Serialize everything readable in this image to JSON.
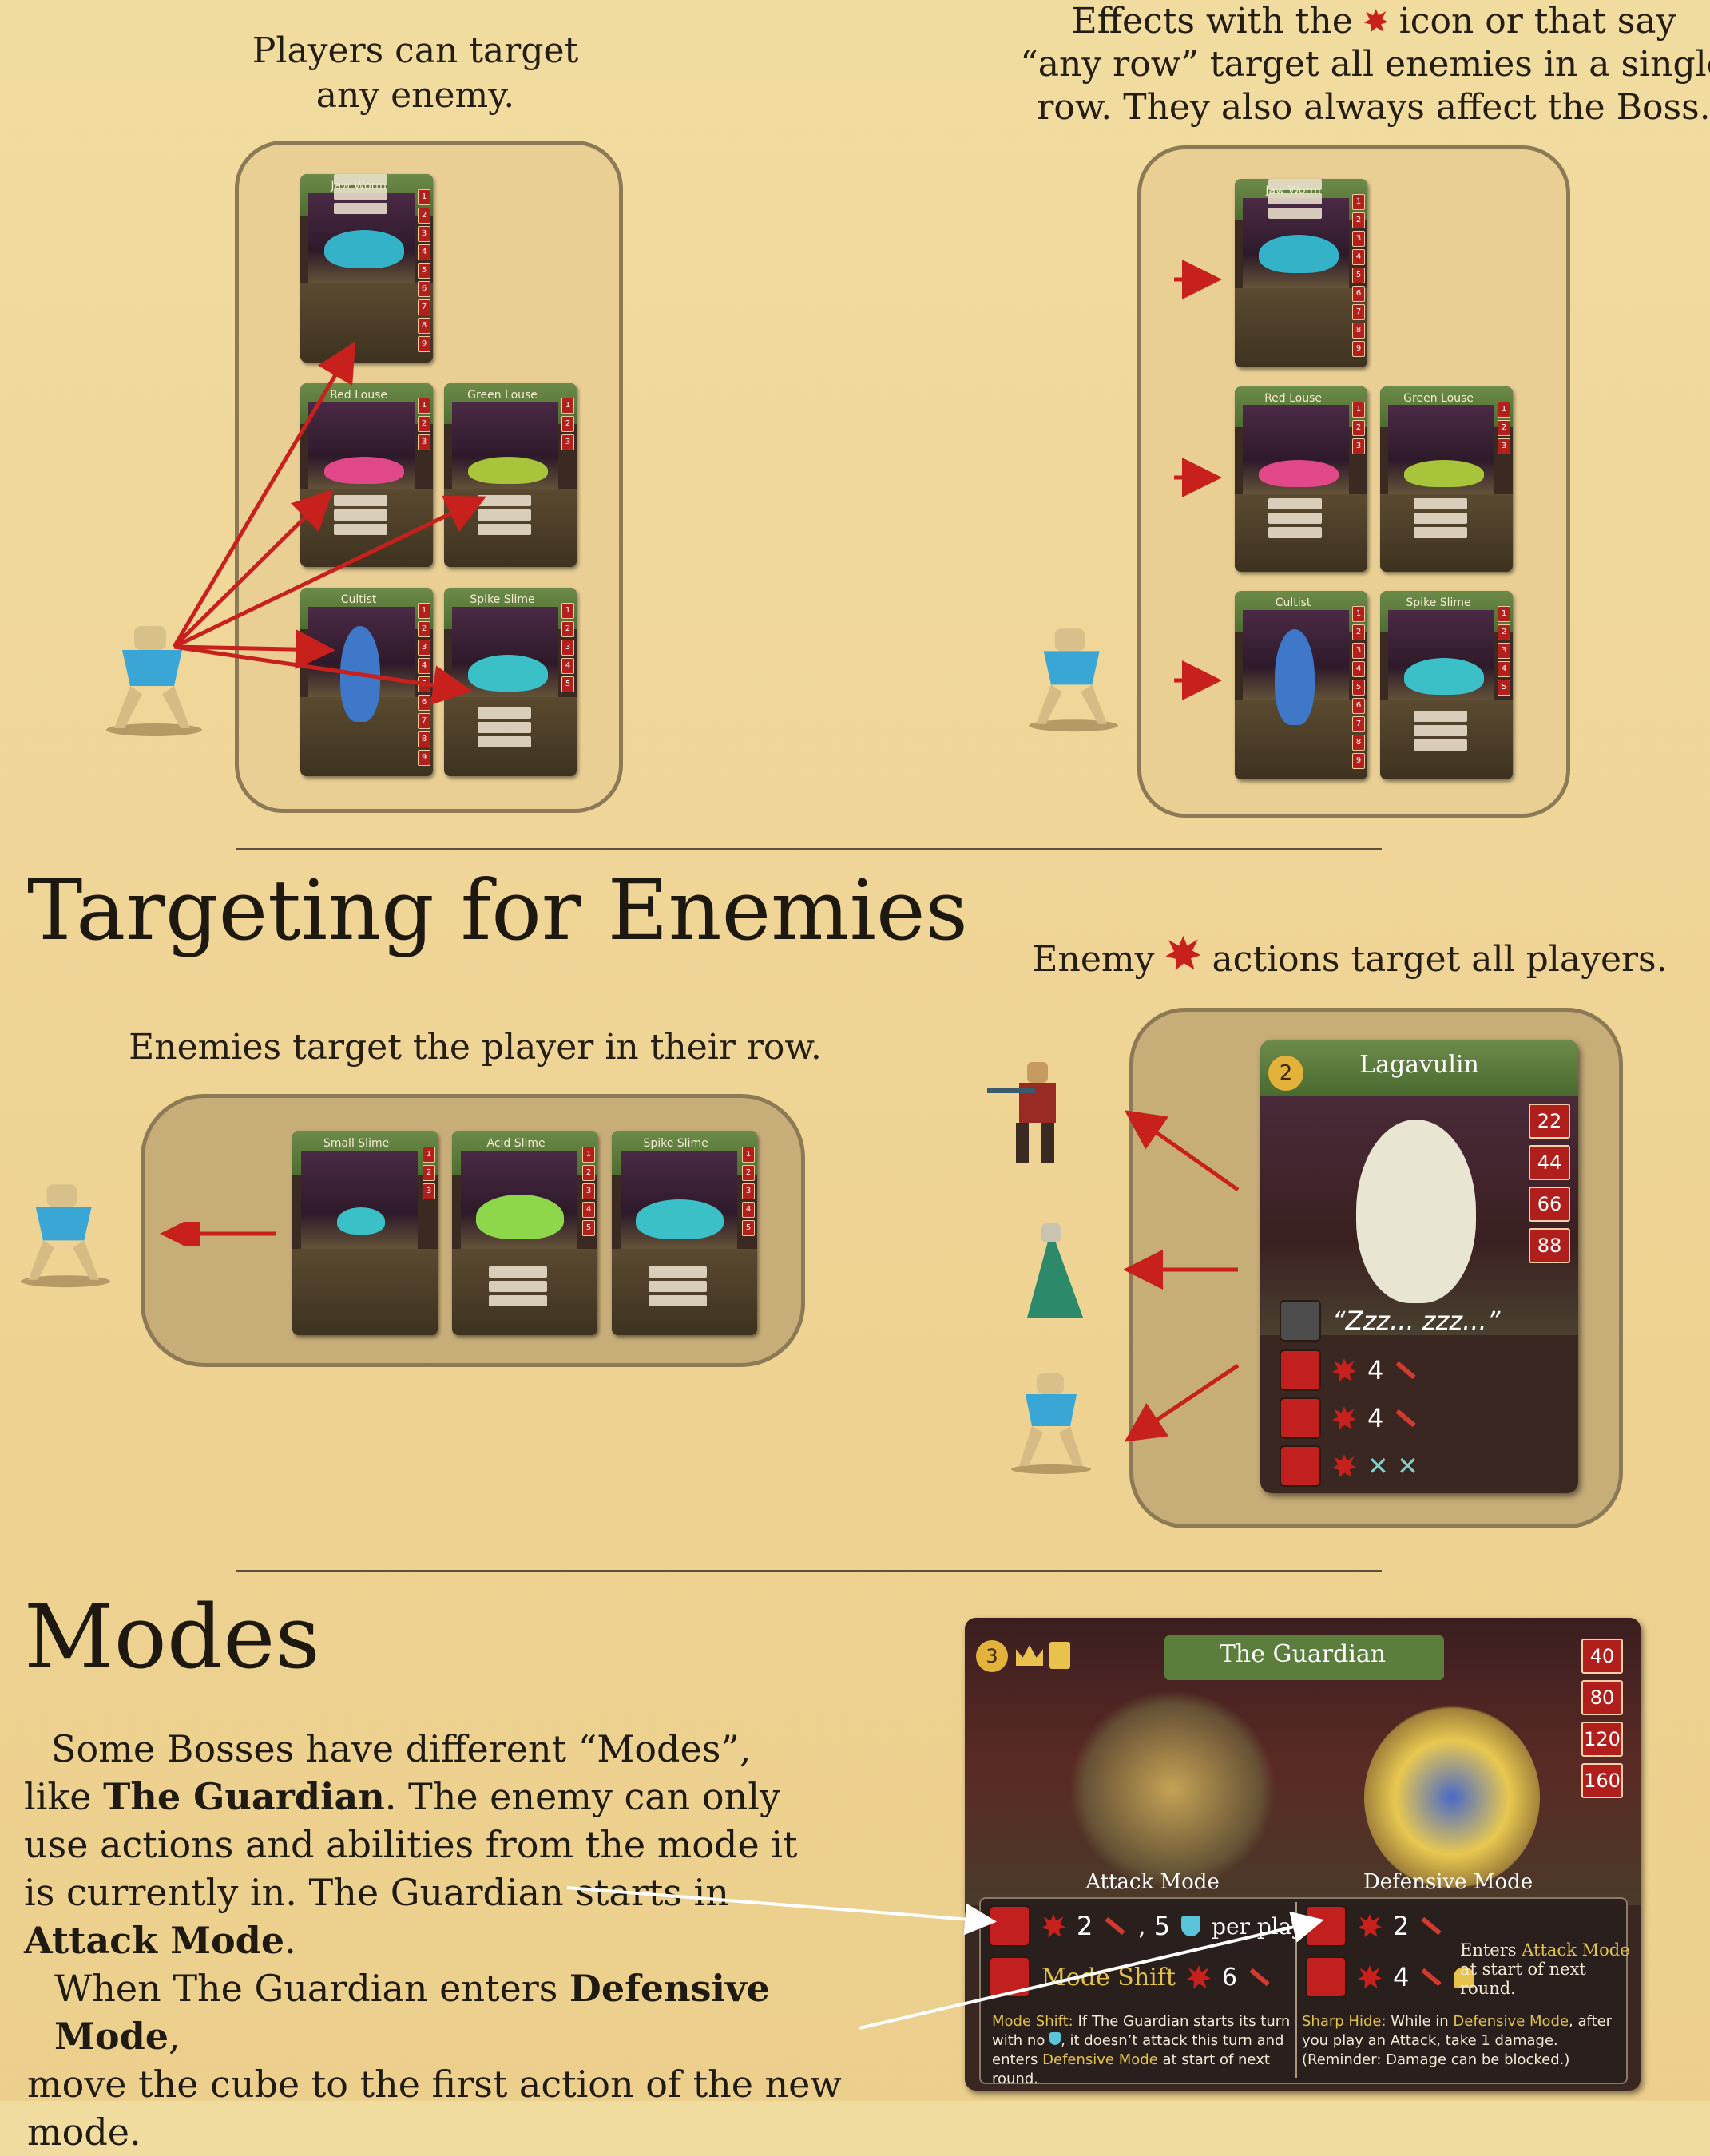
{
  "captions": {
    "players_target": [
      "Players can target",
      "any enemy."
    ],
    "row_effects": [
      "Effects with the",
      "icon or that say",
      "“any row” target all enemies in a single",
      "row. They also always affect the Boss."
    ],
    "enemies_target_row": "Enemies target the player in their row.",
    "enemy_actions": [
      "Enemy",
      "actions target all players."
    ]
  },
  "headings": {
    "targeting": "Targeting for Enemies",
    "modes": "Modes"
  },
  "cards": {
    "jaw_worm": "Jaw Worm",
    "red_louse": "Red Louse",
    "green_louse": "Green Louse",
    "cultist": "Cultist",
    "spike_slime": "Spike Slime",
    "small_slime": "Small Slime",
    "acid_slime": "Acid Slime"
  },
  "lagavulin": {
    "name": "Lagavulin",
    "cost": "2",
    "hp": [
      "22",
      "44",
      "66",
      "88"
    ],
    "sleep": "“Zzz... zzz...”",
    "a1": "4",
    "a2": "4"
  },
  "guardian": {
    "name": "The Guardian",
    "cost": "3",
    "hp": [
      "40",
      "80",
      "120",
      "160"
    ],
    "attack_mode": "Attack Mode",
    "defensive_mode": "Defensive Mode",
    "atk1_a": "2",
    "atk1_b": ", 5",
    "atk1_c": "per player",
    "mode_shift": "Mode Shift",
    "atk2": "6",
    "def1": "2",
    "def2": "4",
    "enters_prefix": "Enters",
    "enters_mode": "Attack Mode",
    "enters_suffix": "at start of next round.",
    "ms_label": "Mode Shift:",
    "ms_text_1": "If The Guardian starts its turn",
    "ms_text_2": "with no",
    "ms_text_3": ", it doesn’t attack this turn and",
    "ms_text_4": "enters",
    "ms_text_5": "Defensive Mode",
    "ms_text_6": "at start of next round.",
    "sh_label": "Sharp Hide:",
    "sh_text_1": "While in",
    "sh_text_2": "Defensive Mode",
    "sh_text_3": ", after",
    "sh_text_4": "you play an Attack, take 1 damage.",
    "sh_text_5": "(Reminder: Damage can be blocked.)"
  },
  "modes_text": {
    "p1_a": "Some Bosses have different “Modes”, like ",
    "p1_b": "The Guardian",
    "p1_c": ". The enemy can only use actions and abilities from the mode it is currently in. The Guardian starts in ",
    "p1_d": "Attack Mode",
    "p1_e": ".",
    "p2_a": "When The Guardian enters ",
    "p2_b": "Defensive Mode",
    "p2_c": ",",
    "p2_d": "move the cube to the first action of the new mode."
  },
  "colors": {
    "red": "#c8201c",
    "green": "#5a7a3a",
    "panel": "#e9cf94",
    "border": "#8b7a55"
  }
}
